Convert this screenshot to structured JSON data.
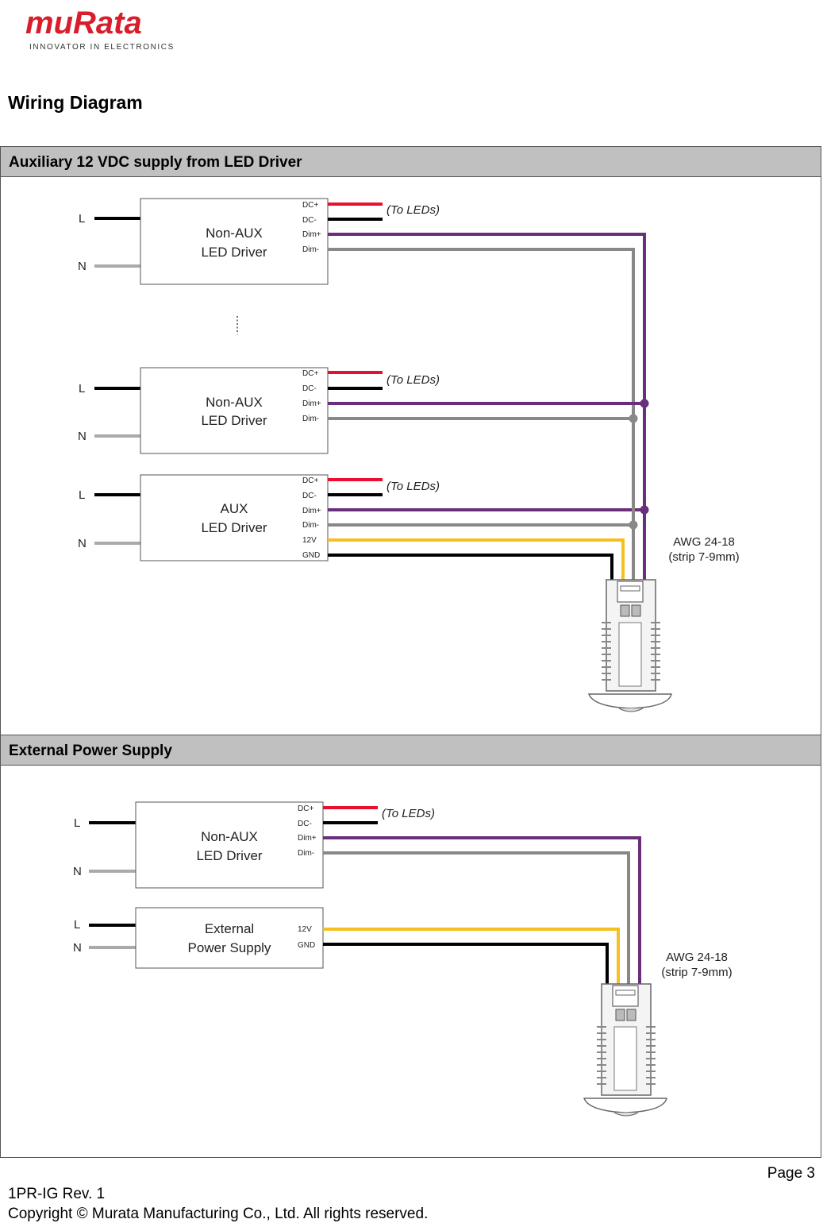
{
  "header": {
    "logo_text": "muRata",
    "logo_tagline": "INNOVATOR IN ELECTRONICS",
    "brand_color": "#d81e2c"
  },
  "page_title": "Wiring Diagram",
  "sections": [
    {
      "title": "Auxiliary 12 VDC supply from LED Driver",
      "drivers": [
        {
          "line1": "Non-AUX",
          "line2": "LED Driver",
          "L": "L",
          "N": "N",
          "terminals": [
            "DC+",
            "DC-",
            "Dim+",
            "Dim-"
          ],
          "to_leds": "(To LEDs)"
        },
        {
          "line1": "Non-AUX",
          "line2": "LED Driver",
          "L": "L",
          "N": "N",
          "terminals": [
            "DC+",
            "DC-",
            "Dim+",
            "Dim-"
          ],
          "to_leds": "(To LEDs)"
        },
        {
          "line1": "AUX",
          "line2": "LED Driver",
          "L": "L",
          "N": "N",
          "terminals": [
            "DC+",
            "DC-",
            "Dim+",
            "Dim-",
            "12V",
            "GND"
          ],
          "to_leds": "(To LEDs)"
        }
      ],
      "awg_line1": "AWG 24-18",
      "awg_line2": "(strip 7-9mm)"
    },
    {
      "title": "External Power Supply",
      "drivers": [
        {
          "line1": "Non-AUX",
          "line2": "LED Driver",
          "L": "L",
          "N": "N",
          "terminals": [
            "DC+",
            "DC-",
            "Dim+",
            "Dim-"
          ],
          "to_leds": "(To LEDs)"
        },
        {
          "line1": "External",
          "line2": "Power Supply",
          "L": "L",
          "N": "N",
          "terminals": [
            "12V",
            "GND"
          ]
        }
      ],
      "awg_line1": "AWG 24-18",
      "awg_line2": "(strip 7-9mm)"
    }
  ],
  "wire_colors": {
    "dc_plus": "#e8102e",
    "black": "#000000",
    "dim_plus": "#6a2f7a",
    "dim_minus": "#888888",
    "neutral": "#aaaaaa",
    "twelve_v": "#f5c01f"
  },
  "footer": {
    "page": "Page 3",
    "revision": "1PR-IG Rev. 1",
    "copyright": "Copyright © Murata Manufacturing Co., Ltd. All rights reserved."
  }
}
